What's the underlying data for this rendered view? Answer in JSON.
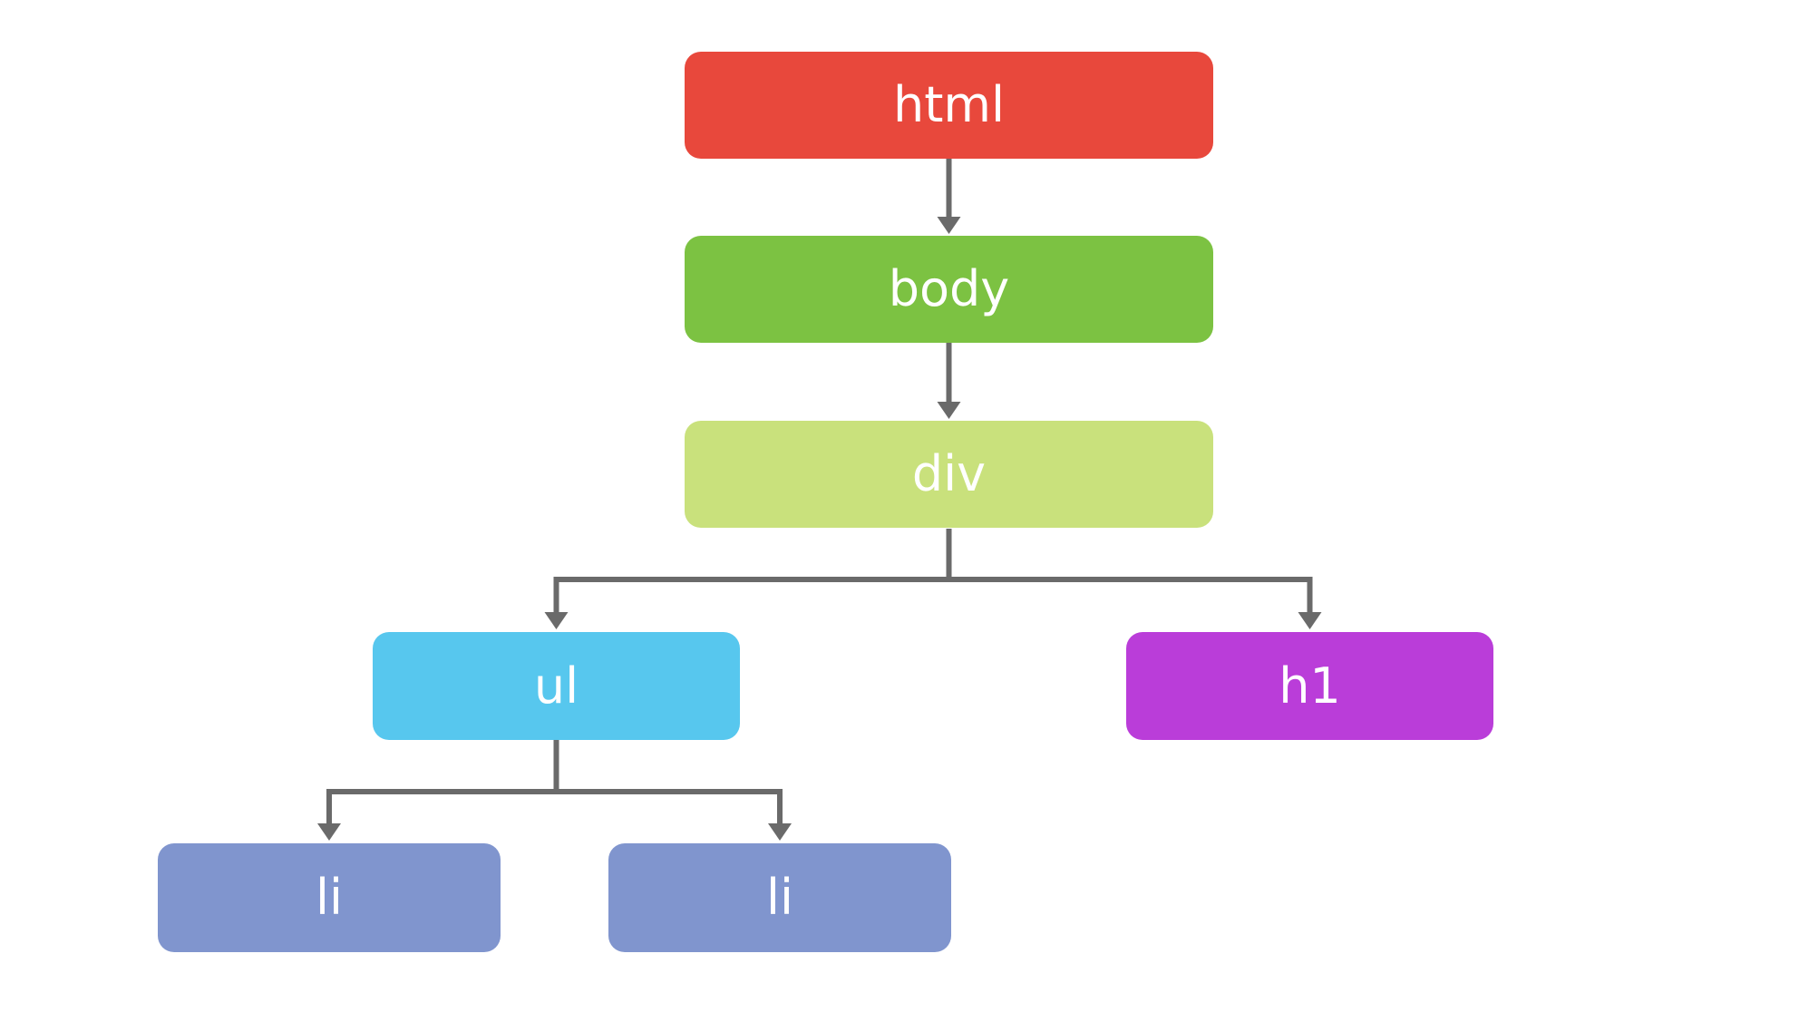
{
  "diagram": {
    "nodes": [
      {
        "id": "html",
        "label": "html",
        "color": "#e8483c"
      },
      {
        "id": "body",
        "label": "body",
        "color": "#7cc242"
      },
      {
        "id": "div",
        "label": "div",
        "color": "#c9e17c"
      },
      {
        "id": "ul",
        "label": "ul",
        "color": "#57c7ee"
      },
      {
        "id": "h1",
        "label": "h1",
        "color": "#ba3dd9"
      },
      {
        "id": "li-1",
        "label": "li",
        "color": "#8095ce"
      },
      {
        "id": "li-2",
        "label": "li",
        "color": "#8095ce"
      }
    ],
    "edges": [
      {
        "from": "html",
        "to": "body"
      },
      {
        "from": "body",
        "to": "div"
      },
      {
        "from": "div",
        "to": "ul"
      },
      {
        "from": "div",
        "to": "h1"
      },
      {
        "from": "ul",
        "to": "li-1"
      },
      {
        "from": "ul",
        "to": "li-2"
      }
    ],
    "colors": {
      "connector": "#6a6a6a",
      "label_text": "#ffffff",
      "background": "#ffffff"
    }
  }
}
